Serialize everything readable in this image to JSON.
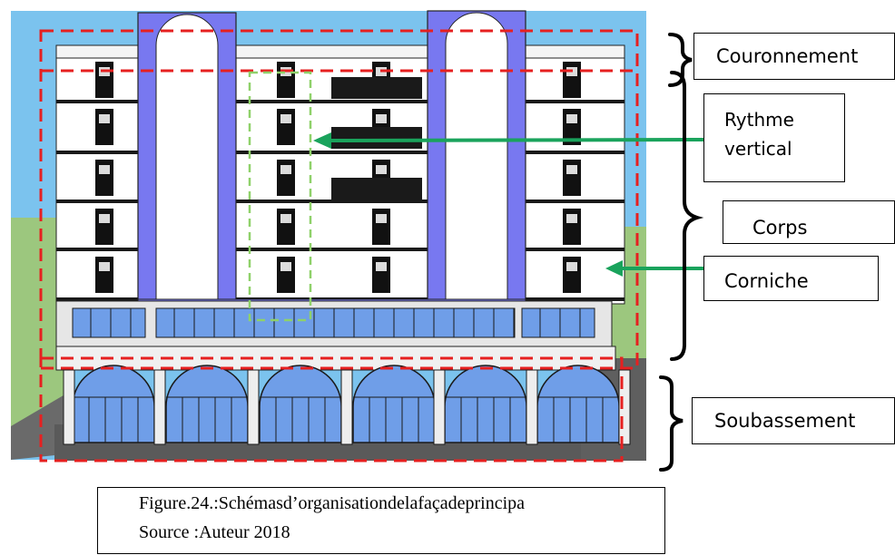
{
  "labels": {
    "couronnement": "Couronnement",
    "rythme_line1": "Rythme",
    "rythme_line2": "vertical",
    "corps": "Corps",
    "corniche": "Corniche",
    "soubassement": "Soubassement"
  },
  "caption": {
    "figure": "Figure.24.:Schémasd’organisationdelafaçadeprincipa",
    "source": "Source :Auteur 2018"
  },
  "colors": {
    "sky": "#7bc3ee",
    "grass": "#9cc77e",
    "ground": "#5a5a5a",
    "pilaster": "#7878f0",
    "glass": "#6f9ee8",
    "dashed_zone": "#e62020",
    "rhythm_dash": "#8fd16a",
    "arrow": "#1aa35c",
    "window": "#111111"
  }
}
